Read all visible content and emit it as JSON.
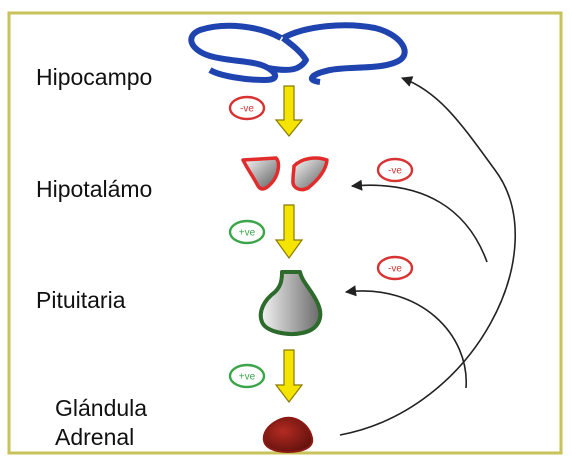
{
  "colors": {
    "frame": "#c9c25a",
    "hippocampus": "#1f44b0",
    "hypothalamus": "#e22b2b",
    "pituitary": "#2c6b2c",
    "adrenal": "#8b1a14",
    "arrow_fill": "#f4e400",
    "arrow_stroke": "#8a7a00",
    "negative": "#d93232",
    "positive": "#3aa54a",
    "feedback_line": "#222222"
  },
  "labels": {
    "hippocampus": "Hipocampo",
    "hypothalamus": "Hipotalámo",
    "pituitary": "Pituitaria",
    "adrenal_line1": "Glándula",
    "adrenal_line2": "Adrenal"
  },
  "badges": {
    "hippo_to_hypo": "-ve",
    "hypo_to_pit": "+ve",
    "pit_to_adrenal": "+ve",
    "feedback_hypo": "-ve",
    "feedback_pit": "-ve"
  },
  "icons": {
    "hippocampus": "brain-hippocampus-icon",
    "hypothalamus": "hypothalamus-icon",
    "pituitary": "pituitary-gland-icon",
    "adrenal": "adrenal-gland-icon",
    "arrow": "down-arrow-icon"
  }
}
